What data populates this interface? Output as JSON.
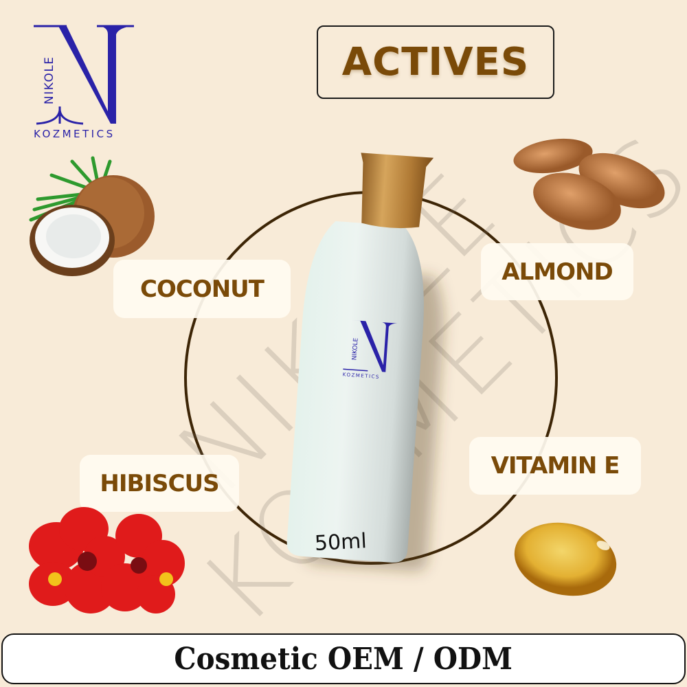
{
  "brand": {
    "name_vertical": "NIKOLE",
    "monogram": "N",
    "subtitle": "KOZMETICS",
    "color": "#2a22a8"
  },
  "header": {
    "title": "ACTIVES",
    "title_color": "#7a4a08"
  },
  "ingredients": [
    {
      "label": "COCONUT",
      "image": "coconut-icon"
    },
    {
      "label": "ALMOND",
      "image": "almond-icon"
    },
    {
      "label": "HIBISCUS",
      "image": "hibiscus-flower-icon"
    },
    {
      "label": "VITAMIN E",
      "image": "vitamin-e-capsule-icon"
    }
  ],
  "product": {
    "volume": "50ml",
    "bottle_color": "#e6f1ec",
    "cap_color": "#b7813a"
  },
  "watermark": {
    "line1": "NIKOLE",
    "line2": "KOZMETICS"
  },
  "footer": {
    "text": "Cosmetic OEM / ODM"
  },
  "colors": {
    "background": "#f8ebd8",
    "label_text": "#7a4a08",
    "ring": "#3d2506",
    "pill": "#fffbf0"
  }
}
